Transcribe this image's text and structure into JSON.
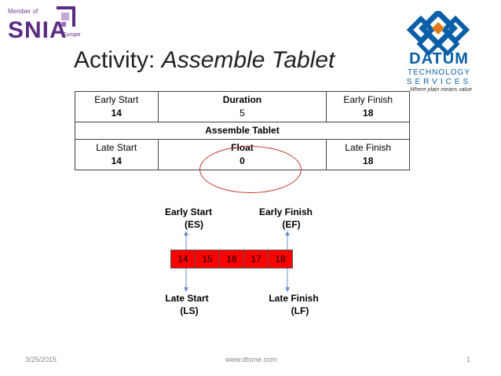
{
  "logos": {
    "snia_member": "Member of",
    "snia_name": "SNIA",
    "snia_region": "Europe",
    "datum_name": "DATUM",
    "datum_line1": "TECHNOLOGY",
    "datum_line2": "SERVICES",
    "datum_tagline": "Where plain means value"
  },
  "title": {
    "prefix": "Activity: ",
    "emphasis": "Assemble Tablet"
  },
  "table": {
    "early_start_label": "Early Start",
    "early_start_value": "14",
    "duration_label": "Duration",
    "duration_value": "5",
    "early_finish_label": "Early Finish",
    "early_finish_value": "18",
    "activity_name": "Assemble Tablet",
    "late_start_label": "Late Start",
    "late_start_value": "14",
    "float_label": "Float",
    "float_value": "0",
    "late_finish_label": "Late Finish",
    "late_finish_value": "18"
  },
  "diagram": {
    "es_label": "Early Start",
    "es_abbr": "(ES)",
    "ef_label": "Early Finish",
    "ef_abbr": "(EF)",
    "ls_label": "Late Start",
    "ls_abbr": "(LS)",
    "lf_label": "Late Finish",
    "lf_abbr": "(LF)",
    "cells": [
      "14",
      "15",
      "16",
      "17",
      "18"
    ],
    "cell_color": "#ff0000"
  },
  "footer": {
    "date": "3/25/2015",
    "site": "www.dtsme.com",
    "page": "1"
  }
}
